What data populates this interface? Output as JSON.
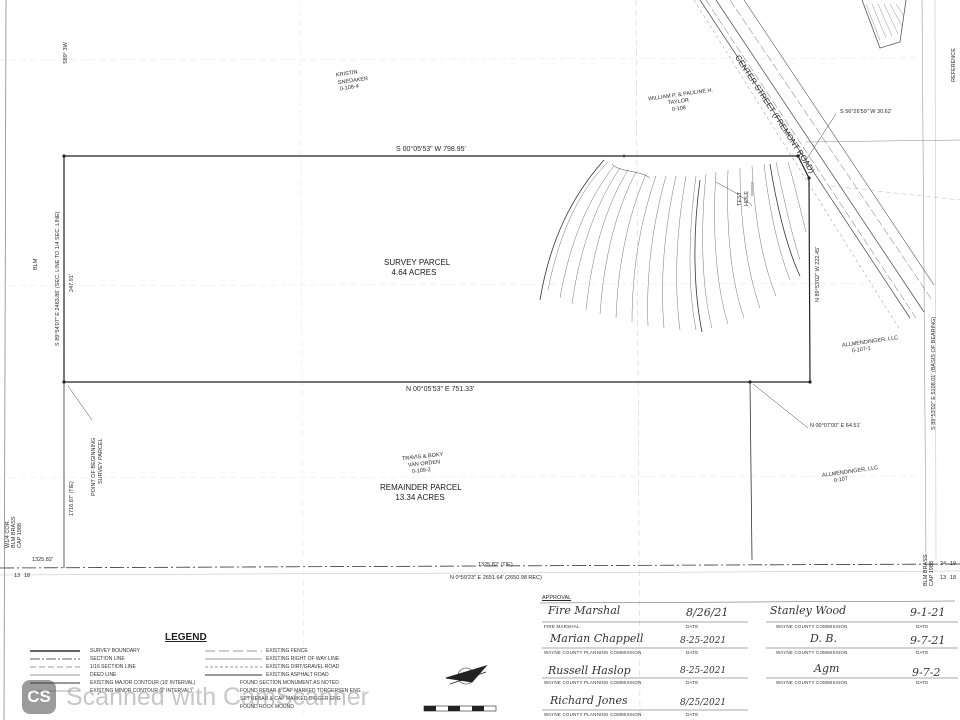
{
  "boundaries": {
    "north": "S 00°05'53\" W 798.95'",
    "south": "N 00°05'53\" E 751.33'",
    "west_bearing": "S 89°54'07\" E 2463.86' (SEC. LINE TO 1/4 SEC. LINE)",
    "west_distance": "247.91'",
    "east": "N 89°53'02\" W 222.45'",
    "ne_corner": "S 56°26'59\" W 30.62'",
    "se_tie": "N 00°07'00\" E 64.51'",
    "bottom_tie_label": "1325.82' (TIE)",
    "bottom_section": "N 0°59'23\" E 2651.64' (2650.98 REC)",
    "left_section_length": "1325.82'",
    "remainder_tie": "1716.87' (TIE)",
    "right_basis": "S 89°53'02\" E 5108.01' (BASIS OF BEARING)"
  },
  "parcels": {
    "survey_name": "SURVEY PARCEL",
    "survey_area": "4.64 ACRES",
    "remainder_name": "REMAINDER PARCEL",
    "remainder_area": "13.34 ACRES"
  },
  "owners": {
    "kristin": [
      "KRISTIN",
      "SNEDAKER",
      "0-108-4"
    ],
    "taylor": [
      "WILLIAM P. & PAULINE H.",
      "TAYLOR",
      "0-108"
    ],
    "vanorden": [
      "TRAVIS & BOKY",
      "VAN ORDEN",
      "0-109-2"
    ],
    "allmendinger1": [
      "ALLMENDINGER, LLC",
      "0-107-1"
    ],
    "allmendinger2": [
      "ALLMENDINGER, LLC",
      "0-107"
    ],
    "blm": "BLM"
  },
  "road": "CENTER STREET (FREMONT ROAD)",
  "test_hole": [
    "TEST",
    "HOLE"
  ],
  "pob": [
    "POINT OF BEGINNING",
    "SURVEY PARCEL"
  ],
  "corners": {
    "left": [
      "W1/4 COR.",
      "BLM BRASS",
      "CAP 1988"
    ],
    "right": [
      "BLM BRASS",
      "CAP 1988"
    ],
    "left_nums": [
      "13",
      "18"
    ],
    "right_nums": [
      "13",
      "18"
    ],
    "right_nums2": [
      "24",
      "19"
    ]
  },
  "edge_labels": {
    "reference": "REFERENCE",
    "top_left": "S89° 3W"
  },
  "approval": {
    "title": "APPROVAL",
    "rows": [
      {
        "left_role": "FIRE MARSHAL",
        "left_sig": "Fire Marshal",
        "left_date": "8/26/21",
        "right_role": "WAYNE COUNTY COMMISSION",
        "right_sig": "Stanley Wood",
        "right_date": "9-1-21"
      },
      {
        "left_role": "WAYNE COUNTY PLANNING COMMISSION",
        "left_sig": "Marian Chappell",
        "left_date": "8-25-2021",
        "right_role": "WAYNE COUNTY COMMISSION",
        "right_sig": "D. B.",
        "right_date": "9-7-21"
      },
      {
        "left_role": "WAYNE COUNTY PLANNING COMMISSION",
        "left_sig": "Russell Haslop",
        "left_date": "8-25-2021",
        "right_role": "WAYNE COUNTY COMMISSION",
        "right_sig": "Agm",
        "right_date": "9-7-2"
      },
      {
        "left_role": "WAYNE COUNTY PLANNING COMMISSION",
        "left_sig": "Richard Jones",
        "left_date": "8/25/2021",
        "right_role": "",
        "right_sig": "",
        "right_date": ""
      }
    ],
    "date_label": "DATE"
  },
  "legend": {
    "title": "LEGEND",
    "items": [
      "SURVEY BOUNDARY",
      "SECTION LINE",
      "1/16 SECTION LINE",
      "DEED LINE",
      "EXISTING MAJOR CONTOUR (10' INTERVAL)",
      "EXISTING MINOR CONTOUR (2' INTERVAL)"
    ],
    "items_right": [
      "EXISTING FENCE",
      "EXISTING RIGHT OF WAY LINE",
      "EXISTING DIRT/GRAVEL ROAD",
      "EXISTING ASPHALT ROAD",
      "FOUND SECTION MONUMENT AS NOTED",
      "FOUND REBAR & CAP MARKED TORGERSEN ENG",
      "SET REBAR & CAP MARKED DIGGER ENG",
      "FOUND ROCK MOUND"
    ]
  },
  "watermark": {
    "badge": "CS",
    "text": "Scanned with CamScanner"
  }
}
